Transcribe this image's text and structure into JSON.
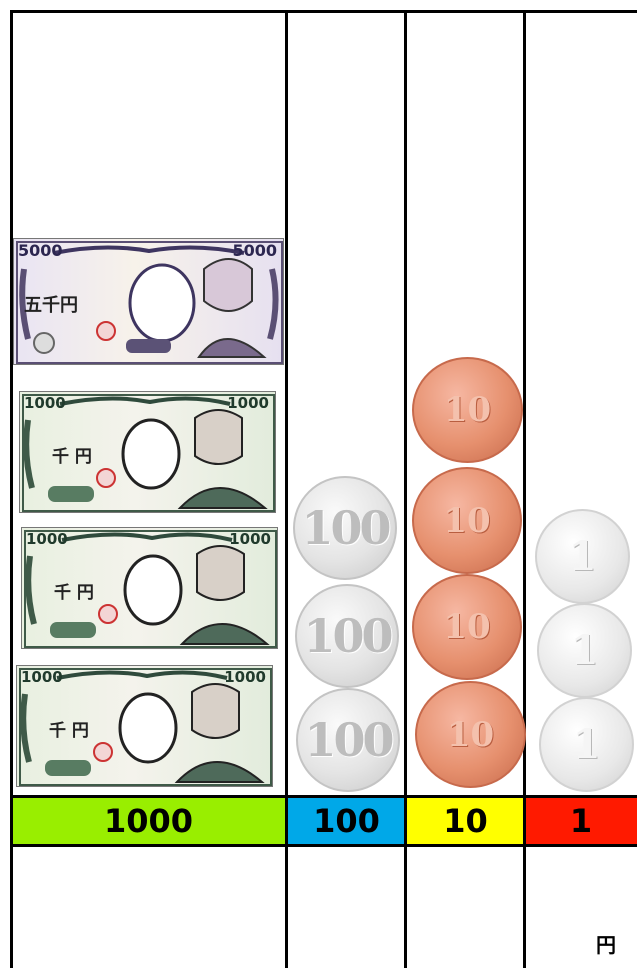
{
  "columns": [
    {
      "label": "1000",
      "color": "#99ee00"
    },
    {
      "label": "100",
      "color": "#00a8e8"
    },
    {
      "label": "10",
      "color": "#ffff00"
    },
    {
      "label": "1",
      "color": "#ff1a00"
    }
  ],
  "notes": {
    "five_thousand": {
      "corner": "5000",
      "kanji": "五千円"
    },
    "one_thousand": {
      "corner": "1000",
      "kanji": "千 円"
    }
  },
  "coins": {
    "hundred": {
      "face": "100",
      "count": 3
    },
    "ten": {
      "face": "10",
      "count": 4
    },
    "one": {
      "face": "1",
      "count": 3
    }
  },
  "unit_label": "円"
}
